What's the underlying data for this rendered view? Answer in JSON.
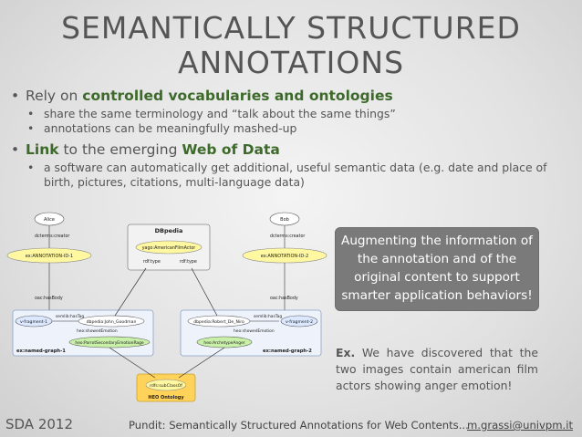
{
  "slide": {
    "title_line1": "SEMANTICALLY STRUCTURED",
    "title_line2": "ANNOTATIONS"
  },
  "bullets": {
    "b1_prefix": "Rely on ",
    "b1_highlight": "controlled vocabularies and ontologies",
    "b1_sub1": "share the same terminology and “talk about the same things”",
    "b1_sub2": "annotations can be meaningfully mashed-up",
    "b2_link": "Link",
    "b2_mid": " to the emerging ",
    "b2_highlight": "Web of Data",
    "b2_sub1": "a software can automatically get additional, useful semantic data (e.g. date and place of birth, pictures, citations, multi-language data)"
  },
  "diagram": {
    "alice": "Alice",
    "bob": "Bob",
    "dcterms_left": "dcterms:creator",
    "dcterms_right": "dcterms:creator",
    "ann1": "ex:ANNOTATION-ID-1",
    "ann2": "ex:ANNOTATION-ID-2",
    "dbpedia": "DBpedia",
    "yago": "yago:AmericanFilmActor",
    "rdf_type_l": "rdf:type",
    "rdf_type_r": "rdf:type",
    "oac_left": "oac:hasBody",
    "oac_right": "oac:hasBody",
    "frag1": "v-fragment-1",
    "frag2": "v-fragment-2",
    "semlib_l": "semlib:hasTag",
    "semlib_r": "semlib:hasTag",
    "goodman": "dbpedia:John_Goodman",
    "deniro": "dbpedia:Robert_De_Niro",
    "showed_l": "heo:showedEmotion",
    "showed_r": "heo:showedEmotion",
    "parrot": "heo:ParrotSecondaryEmotionRage",
    "anger": "heo:ArchetypeAnger",
    "graph1": "ex:named-graph-1",
    "graph2": "ex:named-graph-2",
    "subclass": "rdfs:subClassOf",
    "heo_box": "HEO Ontology"
  },
  "callout": {
    "text": "Augmenting the information of the annotation and of the original content to support smarter application behaviors!"
  },
  "example": {
    "label": "Ex.",
    "text": " We have discovered that the two images contain american film actors showing anger emotion!"
  },
  "footer": {
    "left": "SDA 2012",
    "center": "Pundit: Semantically Structured Annotations for Web Contents...",
    "right": "m.grassi@univpm.it"
  },
  "colors": {
    "green_accent": "#3d6a2a",
    "callout_bg": "#7a7a7a",
    "node_yellow": "#fff8a0",
    "node_blue": "#dbe8ff",
    "node_green": "#c8f0a8",
    "heo_orange": "#ffd35a"
  }
}
